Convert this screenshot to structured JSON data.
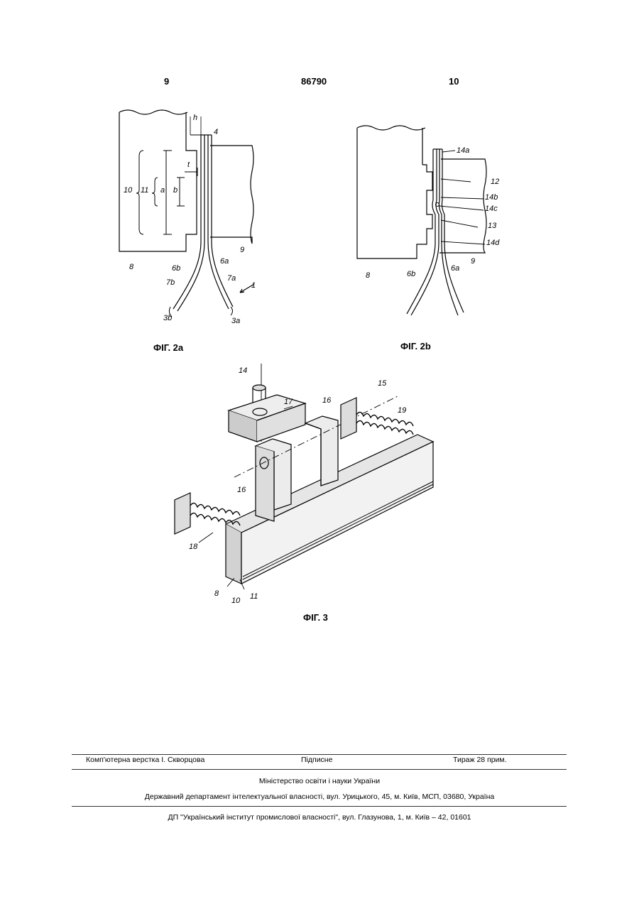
{
  "header": {
    "page_left": "9",
    "doc_number": "86790",
    "page_right": "10"
  },
  "fig2a": {
    "caption": "ФІГ. 2a",
    "labels": [
      "h",
      "4",
      "t",
      "10",
      "11",
      "a",
      "b",
      "8",
      "9",
      "6a",
      "6b",
      "7b",
      "7a",
      "1",
      "3b",
      "3a"
    ]
  },
  "fig2b": {
    "caption": "ФІГ. 2b",
    "labels": [
      "14a",
      "12",
      "14b",
      "14c",
      "13",
      "14d",
      "8",
      "6b",
      "6a",
      "9"
    ]
  },
  "fig3": {
    "caption": "ФІГ. 3",
    "labels": [
      "14",
      "15",
      "17",
      "16",
      "19",
      "16",
      "18",
      "8",
      "10",
      "11"
    ]
  },
  "footer": {
    "typesetting": "Комп'ютерна верстка І. Скворцова",
    "signed": "Підписне",
    "circulation": "Тираж 28 прим.",
    "ministry": "Міністерство освіти і науки України",
    "department": "Державний департамент інтелектуальної власності, вул. Урицького, 45, м. Київ, МСП, 03680, Україна",
    "institute": "ДП \"Український інститут промислової власності\", вул. Глазунова, 1, м. Київ – 42, 01601"
  }
}
